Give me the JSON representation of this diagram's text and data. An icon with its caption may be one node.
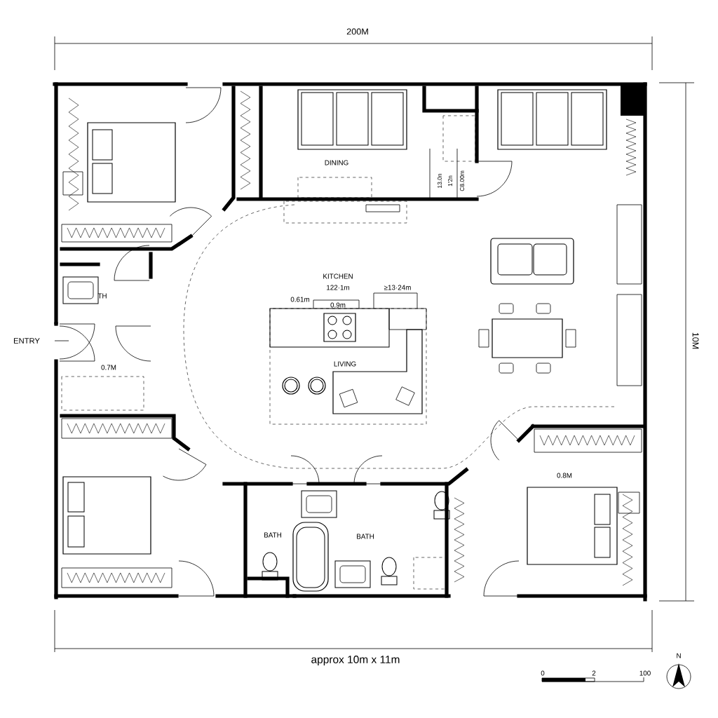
{
  "diagram": {
    "labels": [
      "200M",
      "DINING",
      "13.0n",
      "1'2n",
      "C8.00m",
      "KITCHEN",
      "122·1m",
      "≥13·24m",
      "0.61m",
      "0.9m",
      "TH",
      "ENTRY",
      "10M",
      "0.7M",
      "LIVING",
      "0.8M",
      "BATH",
      "BATH",
      "approx 10m x 11m",
      "0",
      "2",
      "100",
      "N"
    ]
  }
}
